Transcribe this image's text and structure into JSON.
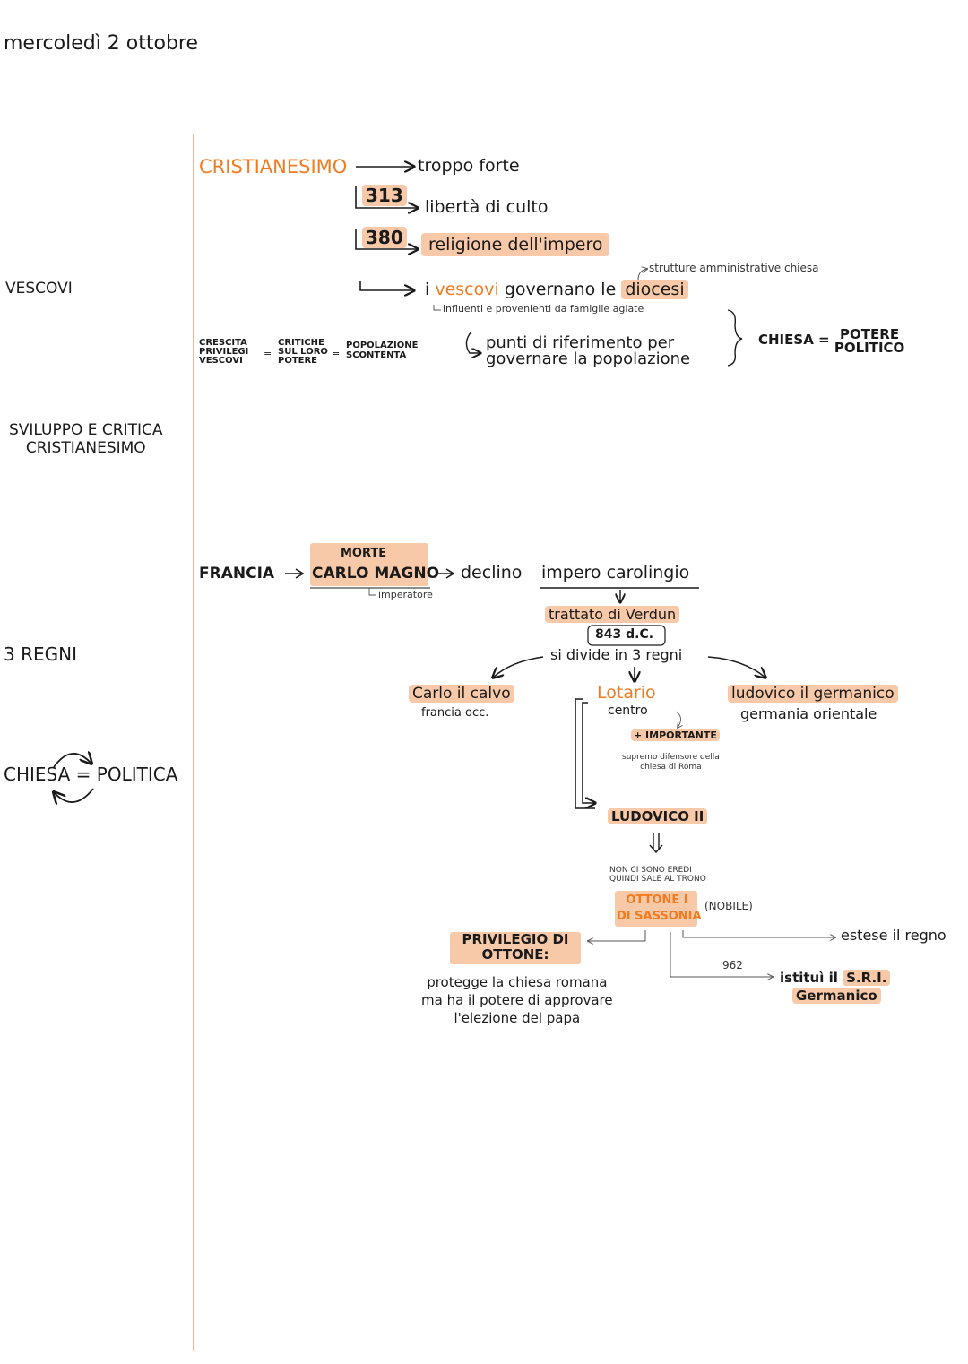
{
  "header": {
    "date": "mercoledì 2 ottobre"
  },
  "margin_notes": {
    "vescovi": "VESCOVI",
    "sviluppo_line1": "SVILUPPO E CRITICA",
    "sviluppo_line2": "CRISTIANESIMO",
    "tre_regni": "3 REGNI",
    "chiesa": "CHIESA",
    "eq": "=",
    "politica": "POLITICA"
  },
  "section1": {
    "cristianesimo": "CRISTIANESIMO",
    "troppo_forte": "troppo forte",
    "year_313": "313",
    "liberta": "libertà di culto",
    "year_380": "380",
    "religione": "religione dell'impero",
    "strutture": "strutture amministrative chiesa",
    "i": "i",
    "vescovi": "vescovi",
    "governano": "governano le",
    "diocesi": "diocesi",
    "influenti": "influenti e provenienti da famiglie agiate",
    "punti_line1": "punti di riferimento per",
    "punti_line2": "governare la popolazione",
    "chiesa_eq": "CHIESA =",
    "potere": "POTERE",
    "politico": "POLITICO",
    "crescita_line1": "CRESCITA",
    "crescita_line2": "PRIVILEGI",
    "crescita_line3": "VESCOVI",
    "eq1": "=",
    "critiche_line1": "CRITICHE",
    "critiche_line2": "SUL LORO",
    "critiche_line3": "POTERE",
    "eq2": "=",
    "popolazione_line1": "POPOLAZIONE",
    "popolazione_line2": "SCONTENTA"
  },
  "section2": {
    "francia": "FRANCIA",
    "morte": "MORTE",
    "carlo_magno": "CARLO MAGNO",
    "imperatore": "imperatore",
    "declino": "declino",
    "impero": "impero carolingio",
    "trattato": "trattato di Verdun",
    "anno": "843 d.C.",
    "divide": "si divide in 3 regni",
    "carlo_calvo": "Carlo il calvo",
    "francia_occ": "francia occ.",
    "lotario": "Lotario",
    "centro": "centro",
    "importante": "+ IMPORTANTE",
    "supremo_line1": "supremo difensore della",
    "supremo_line2": "chiesa di Roma",
    "ludovico_germanico": "ludovico il germanico",
    "germania": "germania orientale",
    "ludovico_ii": "LUDOVICO II",
    "non_eredi_line1": "NON CI SONO EREDI",
    "non_eredi_line2": "QUINDI SALE AL TRONO",
    "ottone_line1": "OTTONE I",
    "ottone_line2": "DI SASSONIA",
    "nobile": "(NOBILE)",
    "privilegio_line1": "PRIVILEGIO DI",
    "privilegio_line2": "OTTONE:",
    "protegge_line1": "protegge la chiesa romana",
    "protegge_line2": "ma ha il potere di approvare",
    "protegge_line3": "l'elezione del papa",
    "estese": "estese il regno",
    "anno_962": "962",
    "istitui": "istituì il",
    "sri": "S.R.I.",
    "germanico": "Germanico"
  },
  "colors": {
    "accent": "#f07c1f",
    "highlight": "#f8c9a8",
    "margin": "#e6b8a0"
  }
}
